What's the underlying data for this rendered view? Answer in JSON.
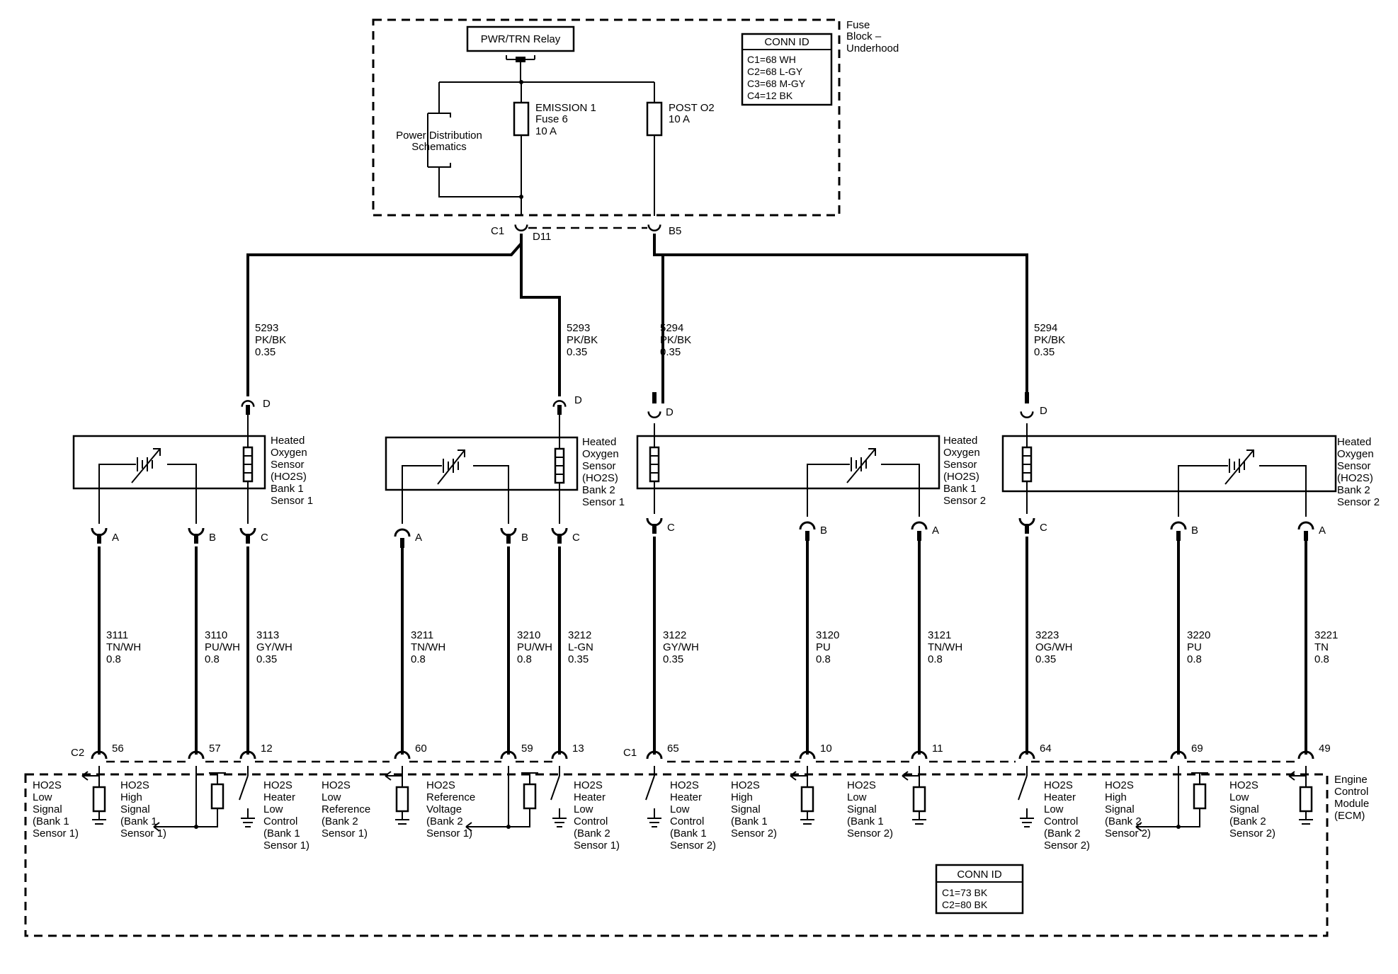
{
  "fuse_block": {
    "title_lines": [
      "Fuse",
      "Block –",
      "Underhood"
    ],
    "relay": "PWR/TRN Relay",
    "conn_id": {
      "title": "CONN ID",
      "lines": [
        "C1=68 WH",
        "C2=68 L-GY",
        "C3=68 M-GY",
        "C4=12 BK"
      ]
    },
    "power_distribution": [
      "Power Distribution",
      "Schematics"
    ],
    "fuse_emission": [
      "EMISSION 1",
      "Fuse 6",
      "10 A"
    ],
    "fuse_post": [
      "POST O2",
      "10 A"
    ],
    "connectors": {
      "c1": "C1",
      "d11": "D11",
      "b5": "B5"
    }
  },
  "feed_wires": [
    {
      "lines": [
        "5293",
        "PK/BK",
        "0.35"
      ],
      "pin": "D"
    },
    {
      "lines": [
        "5293",
        "PK/BK",
        "0.35"
      ],
      "pin": "D"
    },
    {
      "lines": [
        "5294",
        "PK/BK",
        "0.35"
      ],
      "pin": "D"
    },
    {
      "lines": [
        "5294",
        "PK/BK",
        "0.35"
      ],
      "pin": "D"
    }
  ],
  "sensors": [
    {
      "lines": [
        "Heated",
        "Oxygen",
        "Sensor",
        "(HO2S)",
        "Bank 1",
        "Sensor 1"
      ]
    },
    {
      "lines": [
        "Heated",
        "Oxygen",
        "Sensor",
        "(HO2S)",
        "Bank 2",
        "Sensor 1"
      ]
    },
    {
      "lines": [
        "Heated",
        "Oxygen",
        "Sensor",
        "(HO2S)",
        "Bank 1",
        "Sensor 2"
      ]
    },
    {
      "lines": [
        "Heated",
        "Oxygen",
        "Sensor",
        "(HO2S)",
        "Bank 2",
        "Sensor 2"
      ]
    }
  ],
  "signal_wires": [
    {
      "pin": "A",
      "lines": [
        "3111",
        "TN/WH",
        "0.8"
      ],
      "ecm_pin": "56"
    },
    {
      "pin": "B",
      "lines": [
        "3110",
        "PU/WH",
        "0.8"
      ],
      "ecm_pin": "57"
    },
    {
      "pin": "C",
      "lines": [
        "3113",
        "GY/WH",
        "0.35"
      ],
      "ecm_pin": "12"
    },
    {
      "pin": "A",
      "lines": [
        "3211",
        "TN/WH",
        "0.8"
      ],
      "ecm_pin": "60"
    },
    {
      "pin": "B",
      "lines": [
        "3210",
        "PU/WH",
        "0.8"
      ],
      "ecm_pin": "59"
    },
    {
      "pin": "C",
      "lines": [
        "3212",
        "L-GN",
        "0.35"
      ],
      "ecm_pin": "13"
    },
    {
      "pin": "C",
      "lines": [
        "3122",
        "GY/WH",
        "0.35"
      ],
      "ecm_pin": "65"
    },
    {
      "pin": "B",
      "lines": [
        "3120",
        "PU",
        "0.8"
      ],
      "ecm_pin": "10"
    },
    {
      "pin": "A",
      "lines": [
        "3121",
        "TN/WH",
        "0.8"
      ],
      "ecm_pin": "11"
    },
    {
      "pin": "C",
      "lines": [
        "3223",
        "OG/WH",
        "0.35"
      ],
      "ecm_pin": "64"
    },
    {
      "pin": "B",
      "lines": [
        "3220",
        "PU",
        "0.8"
      ],
      "ecm_pin": "69"
    },
    {
      "pin": "A",
      "lines": [
        "3221",
        "TN",
        "0.8"
      ],
      "ecm_pin": "49"
    }
  ],
  "ecm": {
    "title_lines": [
      "Engine",
      "Control",
      "Module",
      "(ECM)"
    ],
    "connectors": {
      "c2": "C2",
      "c1": "C1"
    },
    "conn_id": {
      "title": "CONN ID",
      "lines": [
        "C1=73 BK",
        "C2=80 BK"
      ]
    },
    "functions": [
      [
        "HO2S",
        "Low",
        "Signal",
        "(Bank 1",
        "Sensor 1)"
      ],
      [
        "HO2S",
        "High",
        "Signal",
        "(Bank 1",
        "Sensor 1)"
      ],
      [
        "HO2S",
        "Heater",
        "Low",
        "Control",
        "(Bank 1",
        "Sensor 1)"
      ],
      [
        "HO2S",
        "Low",
        "Reference",
        "(Bank 2",
        "Sensor 1)"
      ],
      [
        "HO2S",
        "Reference",
        "Voltage",
        "(Bank 2",
        "Sensor 1)"
      ],
      [
        "HO2S",
        "Heater",
        "Low",
        "Control",
        "(Bank 2",
        "Sensor 1)"
      ],
      [
        "HO2S",
        "Heater",
        "Low",
        "Control",
        "(Bank 1",
        "Sensor 2)"
      ],
      [
        "HO2S",
        "High",
        "Signal",
        "(Bank 1",
        "Sensor 2)"
      ],
      [
        "HO2S",
        "Low",
        "Signal",
        "(Bank 1",
        "Sensor 2)"
      ],
      [
        "HO2S",
        "Heater",
        "Low",
        "Control",
        "(Bank 2",
        "Sensor 2)"
      ],
      [
        "HO2S",
        "High",
        "Signal",
        "(Bank 2",
        "Sensor 2)"
      ],
      [
        "HO2S",
        "Low",
        "Signal",
        "(Bank 2",
        "Sensor 2)"
      ]
    ]
  }
}
